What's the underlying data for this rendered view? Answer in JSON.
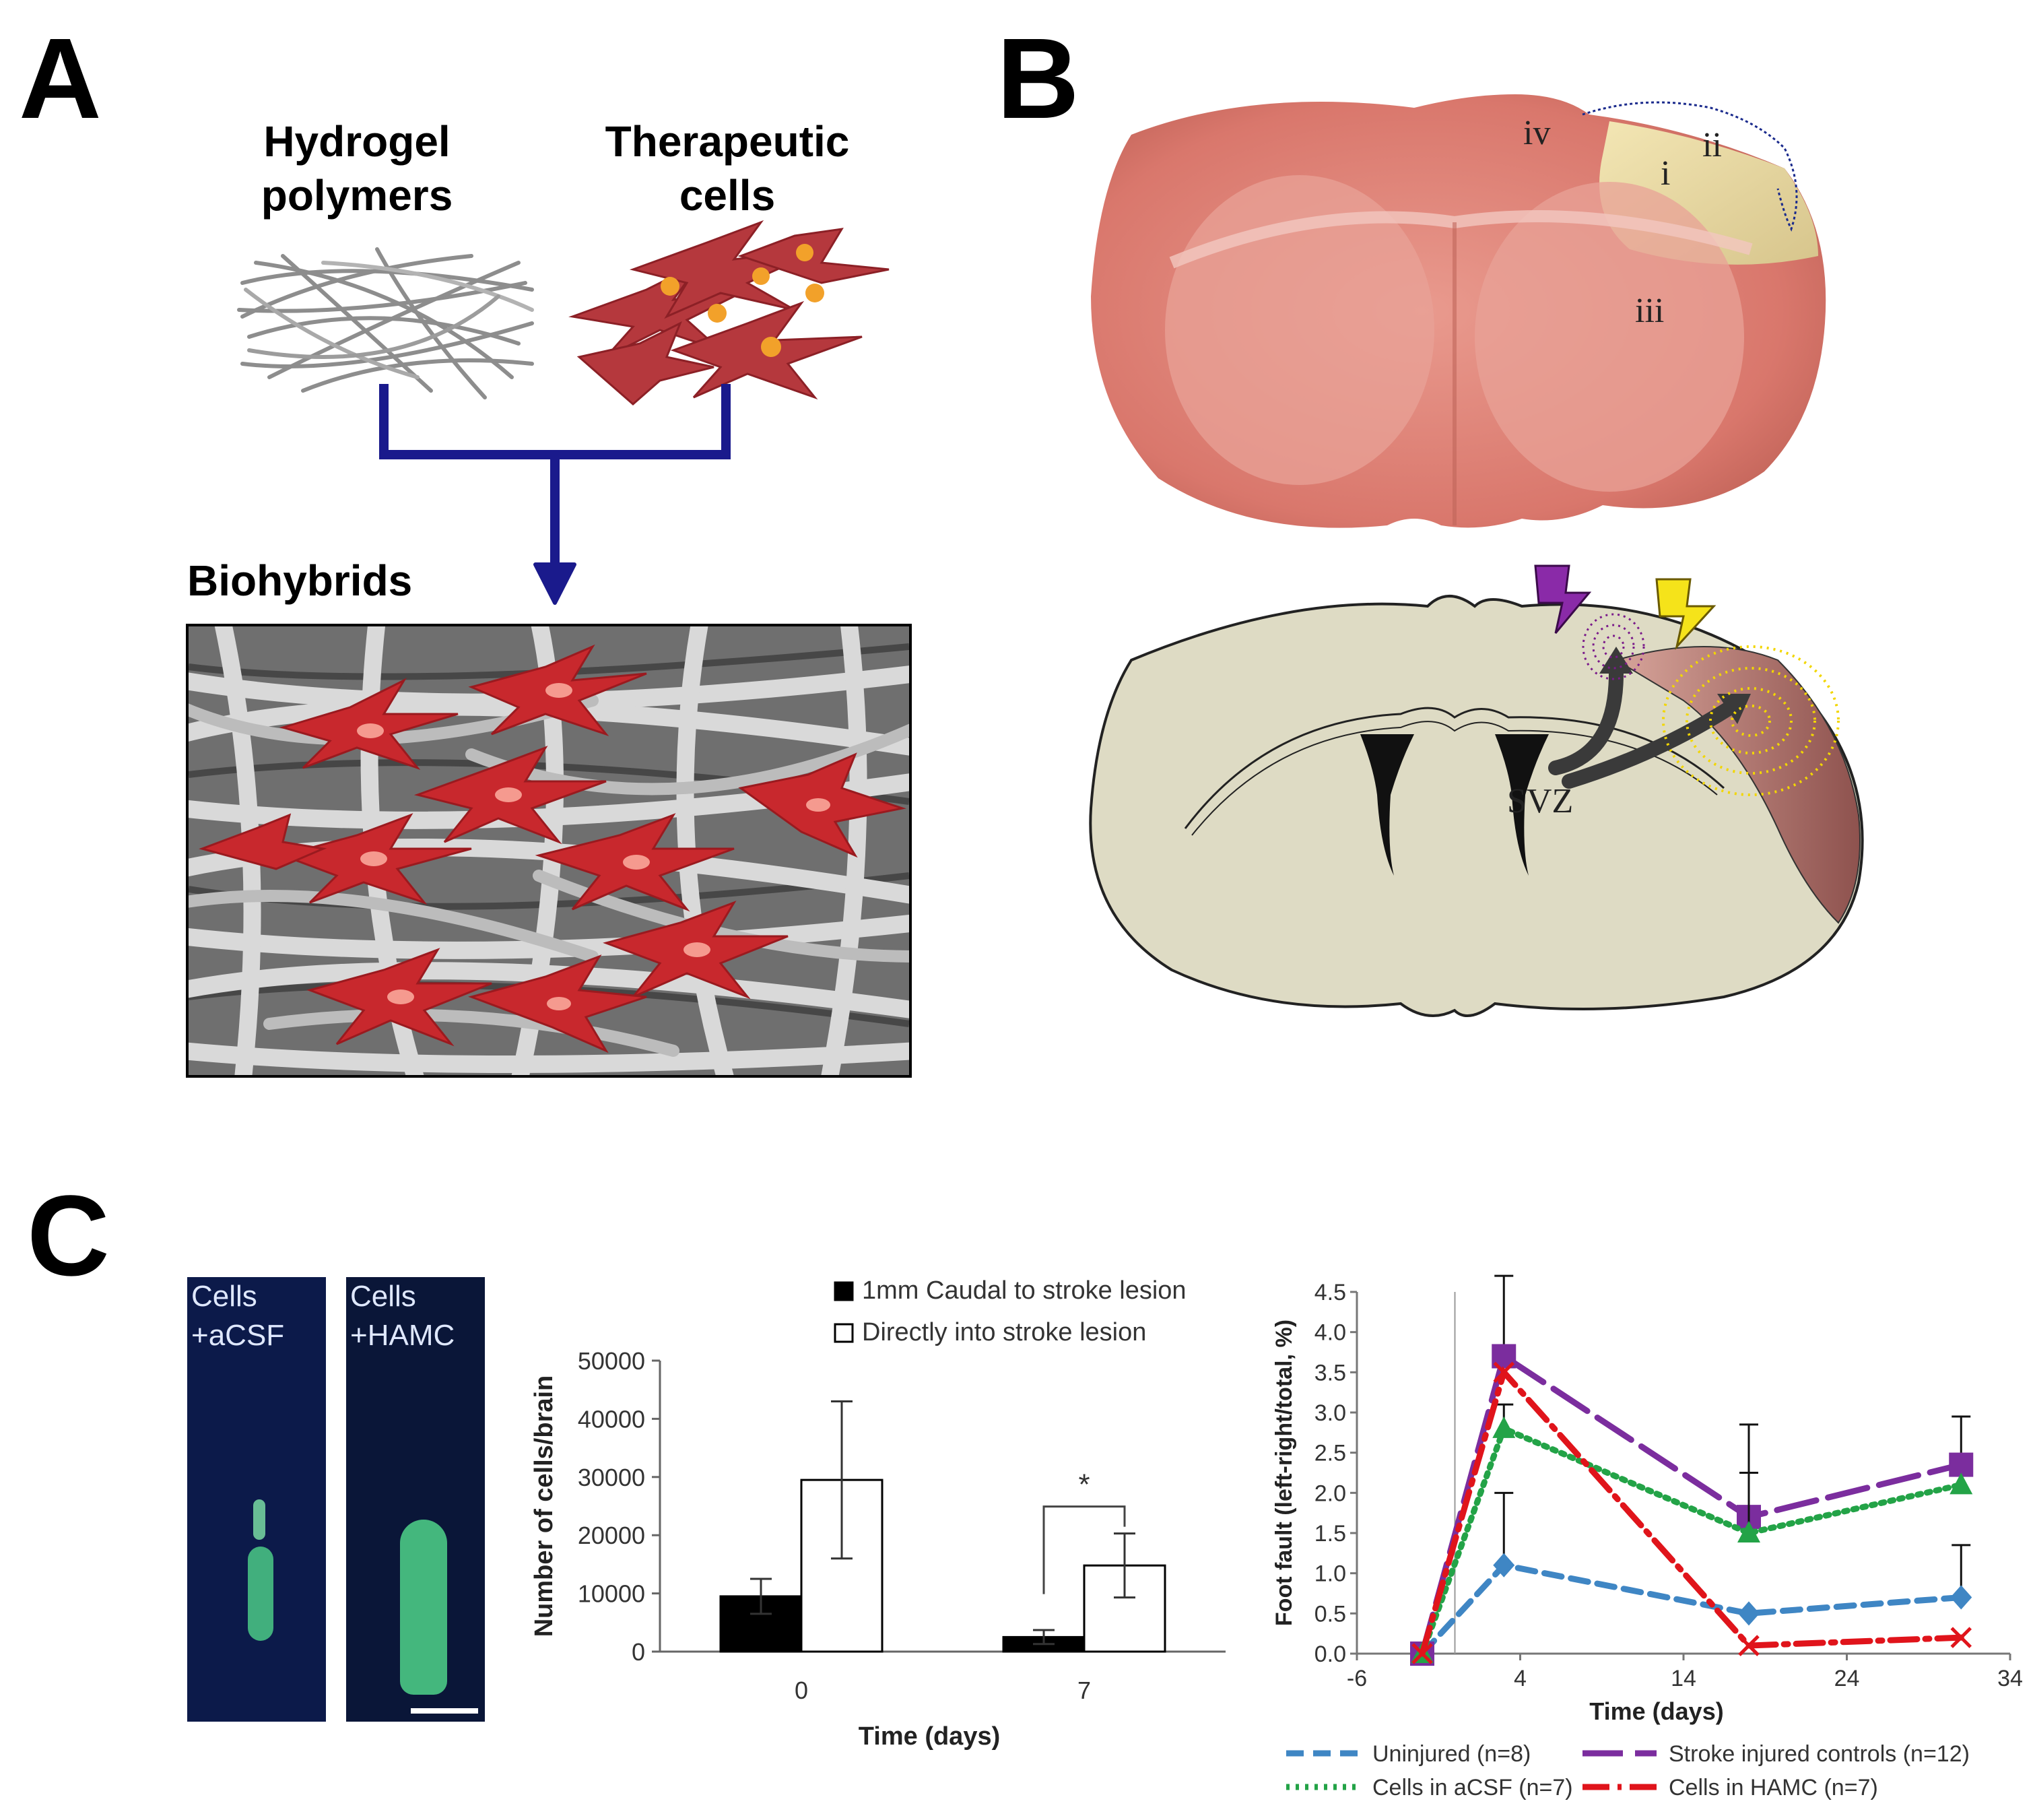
{
  "panels": {
    "a": {
      "letter": "A",
      "hydrogel_label": "Hydrogel polymers",
      "cells_label": "Therapeutic cells",
      "biohybrids_label": "Biohybrids"
    },
    "b": {
      "letter": "B",
      "region_labels": [
        "iv",
        "ii",
        "i",
        "iii"
      ],
      "svz_label": "SVZ"
    },
    "c": {
      "letter": "C",
      "micrographs": [
        {
          "caption_line1": "Cells",
          "caption_line2": "+aCSF"
        },
        {
          "caption_line1": "Cells",
          "caption_line2": "+HAMC"
        }
      ]
    }
  },
  "chart_data": [
    {
      "type": "bar",
      "ylabel": "Number of cells/brain",
      "xlabel": "Time (days)",
      "categories": [
        "0",
        "7"
      ],
      "ylim": [
        0,
        50000
      ],
      "yticks": [
        0,
        10000,
        20000,
        30000,
        40000,
        50000
      ],
      "series": [
        {
          "name": "1mm Caudal to stroke lesion",
          "color": "#000000",
          "values": [
            9500,
            2500
          ],
          "errors": [
            3000,
            1200
          ]
        },
        {
          "name": "Directly into stroke lesion",
          "color": "#ffffff",
          "values": [
            29500,
            14800
          ],
          "errors": [
            13500,
            5500
          ]
        }
      ],
      "significance": {
        "category": "7",
        "label": "*"
      },
      "legend": "top-right"
    },
    {
      "type": "line",
      "ylabel": "Foot fault (left-right/total, %)",
      "xlabel": "Time (days)",
      "xlim": [
        -6,
        34
      ],
      "xticks": [
        -6,
        4,
        14,
        24,
        34
      ],
      "ylim": [
        0,
        4.5
      ],
      "yticks": [
        "0.0",
        "0.5",
        "1.0",
        "1.5",
        "2.0",
        "2.5",
        "3.0",
        "3.5",
        "4.0",
        "4.5"
      ],
      "series": [
        {
          "name": "Uninjured (n=8)",
          "color": "#3f86c4",
          "marker": "diamond",
          "dash": "26,14",
          "x": [
            -2,
            3,
            18,
            31
          ],
          "y": [
            0.0,
            1.1,
            0.5,
            0.7
          ],
          "errors": [
            0,
            0.9,
            0,
            0.65
          ]
        },
        {
          "name": "Stroke injured controls (n=12)",
          "color": "#7b2d9e",
          "marker": "square",
          "dash": "60,18",
          "x": [
            -2,
            3,
            18,
            31
          ],
          "y": [
            0.0,
            3.7,
            1.7,
            2.35
          ],
          "errors": [
            0,
            1.0,
            1.15,
            0.6
          ]
        },
        {
          "name": "Cells in aCSF (n=7)",
          "color": "#23a347",
          "marker": "triangle",
          "dash": "5,9",
          "x": [
            -2,
            3,
            18,
            31
          ],
          "y": [
            0.0,
            2.8,
            1.5,
            2.1
          ],
          "errors": [
            0,
            0.3,
            0.75,
            0
          ]
        },
        {
          "name": "Cells in HAMC (n=7)",
          "color": "#e0141b",
          "marker": "x",
          "dash": "40,12,6,12",
          "x": [
            -2,
            3,
            18,
            31
          ],
          "y": [
            0.0,
            3.5,
            0.1,
            0.2
          ],
          "errors": [
            0,
            0,
            0,
            0
          ]
        }
      ],
      "legend": "bottom"
    }
  ],
  "colors": {
    "arrow_navy": "#1a1a8c",
    "tissue_pink": "#d87c72",
    "infarct_yellow": "#e6d8a2",
    "brain_beige": "#dedbc4",
    "micrograph_bg": "#0c1a4a",
    "fluorescence_green": "#4fd48a"
  }
}
